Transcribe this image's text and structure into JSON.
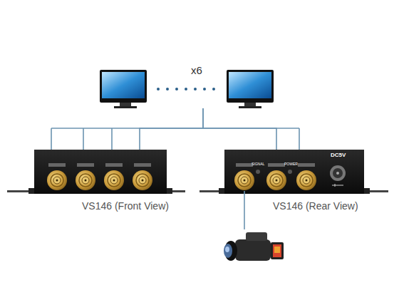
{
  "diagram": {
    "nodes": [
      {
        "text": [
          "x6"
        ]
      },
      {
        "text": [
          "VS146 (Front View)"
        ]
      },
      {
        "text": [
          "SIGNAL",
          "POWER",
          "DC5V",
          "VS146 (Rear View)"
        ]
      }
    ],
    "edges": [
      {
        "from": 0,
        "to": 1,
        "arrow": "none"
      },
      {
        "from": 0,
        "to": 2,
        "arrow": "none"
      }
    ]
  }
}
